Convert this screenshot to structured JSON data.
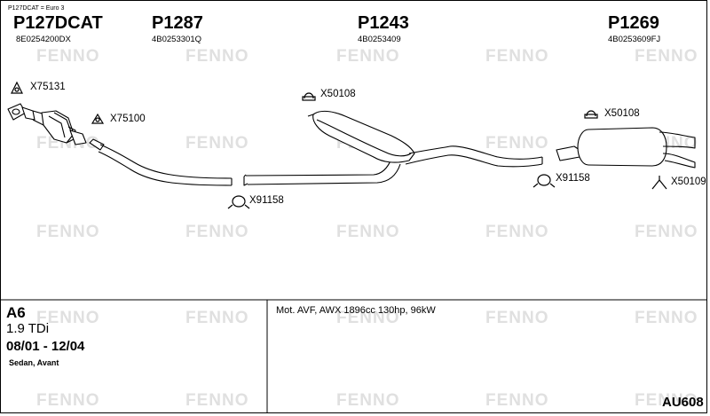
{
  "header": {
    "note": "P127DCAT = Euro 3",
    "parts": [
      {
        "code": "P127DCAT",
        "ref": "8E0254200DX"
      },
      {
        "code": "P1287",
        "ref": "4B0253301Q"
      },
      {
        "code": "P1243",
        "ref": "4B0253409"
      },
      {
        "code": "P1269",
        "ref": "4B0253609FJ"
      }
    ]
  },
  "fittings": [
    "X75131",
    "X75100",
    "X50108",
    "X91158",
    "X50108",
    "X91158",
    "X50109"
  ],
  "watermark": "FENNO",
  "vehicle": {
    "model": "A6",
    "engine": "1.9 TDi",
    "years": "08/01 - 12/04",
    "body": "Sedan, Avant"
  },
  "motor": "Mot. AVF, AWX 1896cc 130hp, 96kW",
  "diagram_code": "AU608"
}
